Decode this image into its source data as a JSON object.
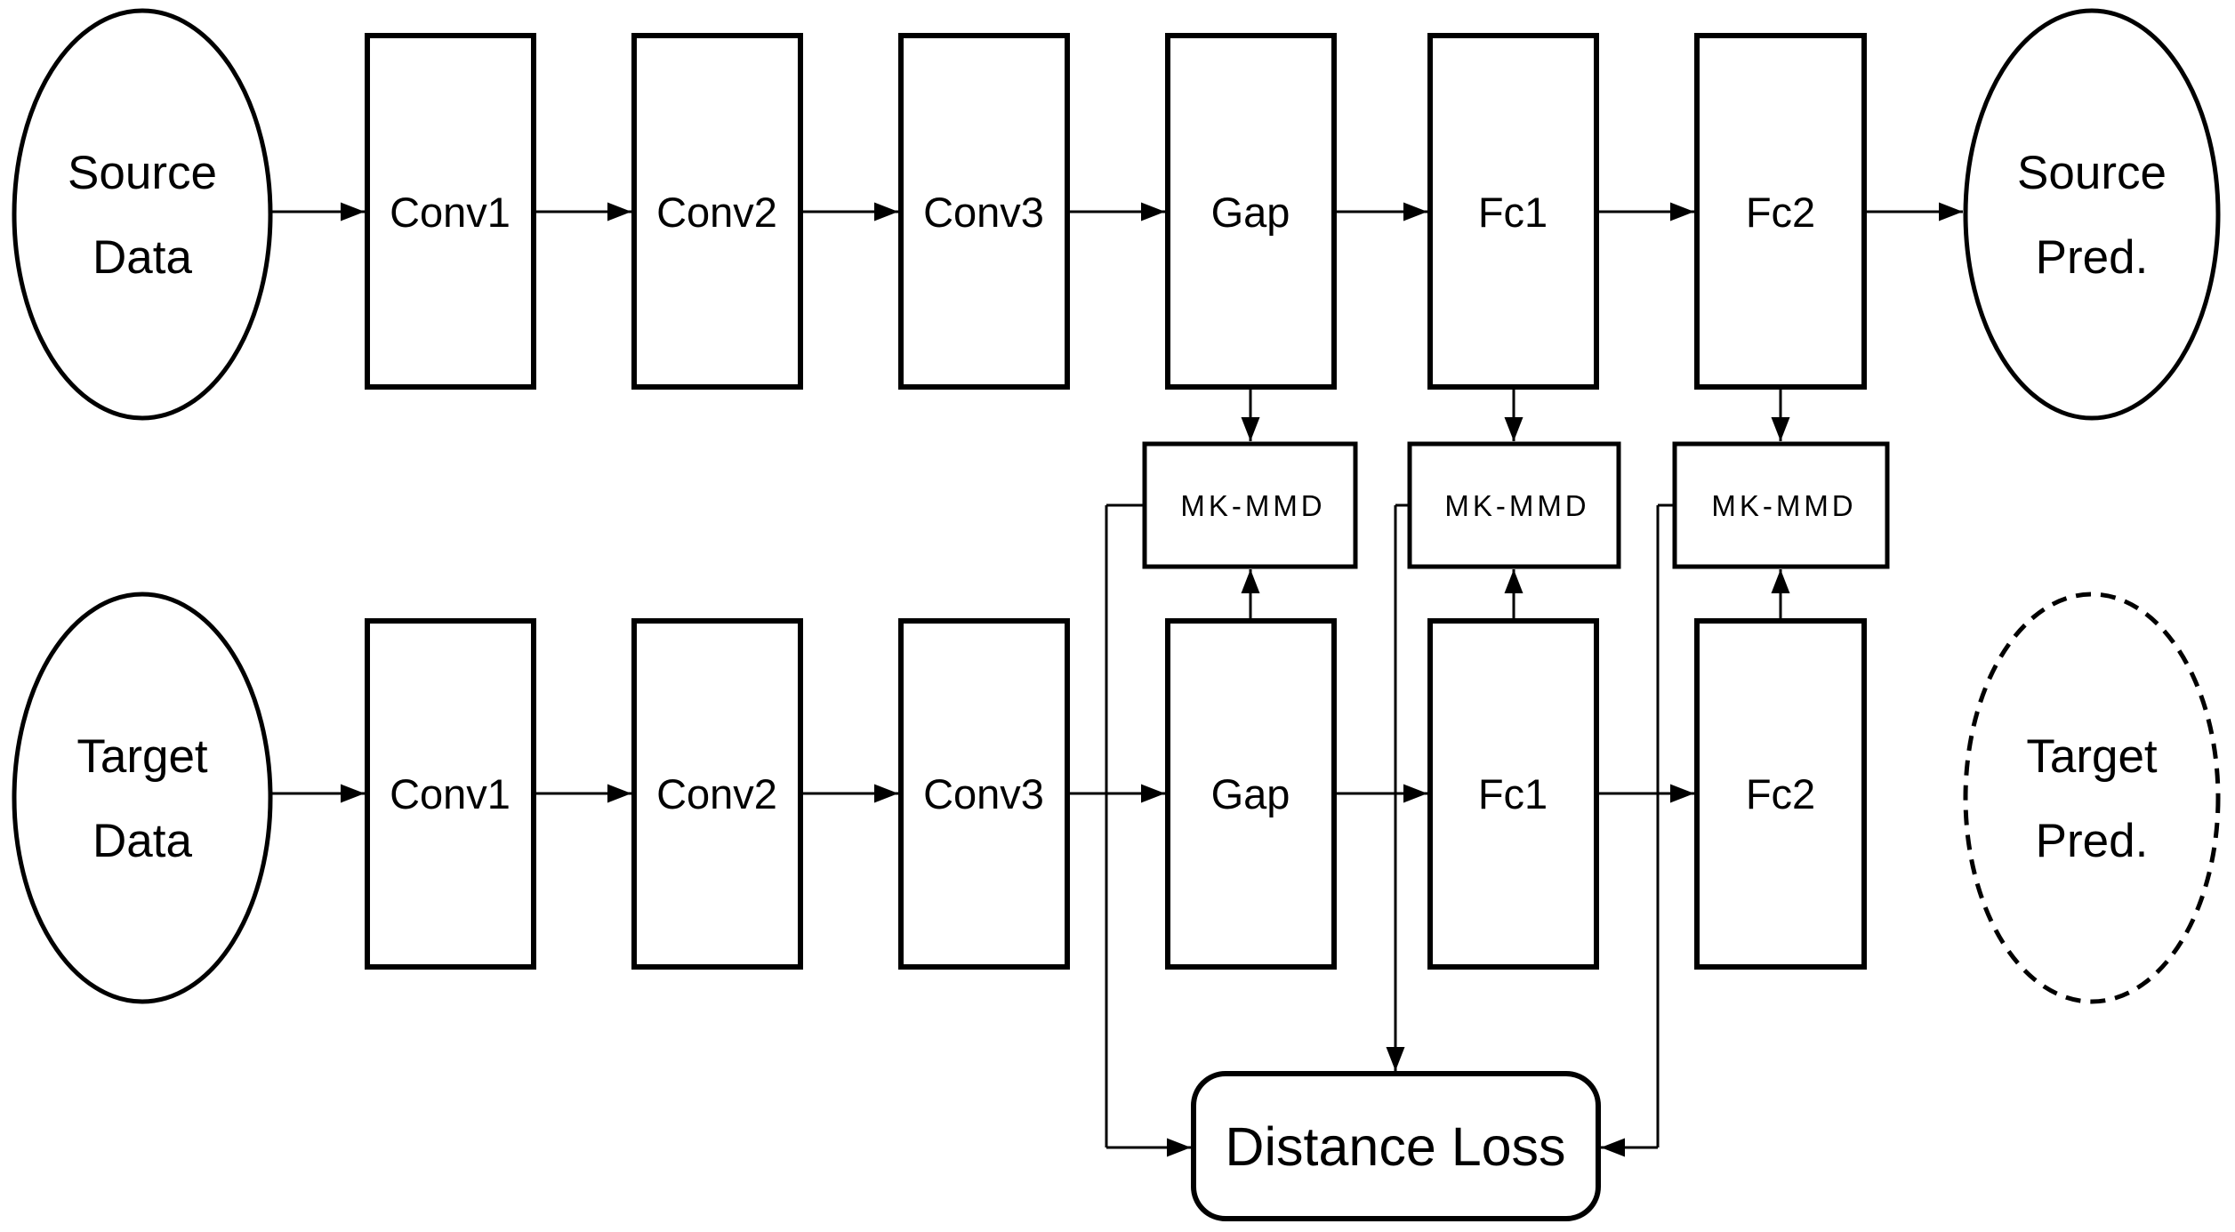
{
  "diagram": {
    "background": "#ffffff",
    "line_color": "#000000",
    "nodes": {
      "source_data": {
        "line1": "Source",
        "line2": "Data"
      },
      "target_data": {
        "line1": "Target",
        "line2": "Data"
      },
      "source_pred": {
        "line1": "Source",
        "line2": "Pred."
      },
      "target_pred": {
        "line1": "Target",
        "line2": "Pred."
      },
      "top_row": [
        "Conv1",
        "Conv2",
        "Conv3",
        "Gap",
        "Fc1",
        "Fc2"
      ],
      "bottom_row": [
        "Conv1",
        "Conv2",
        "Conv3",
        "Gap",
        "Fc1",
        "Fc2"
      ],
      "mk_mmd": [
        "MK-MMD",
        "MK-MMD",
        "MK-MMD"
      ],
      "distance_loss": "Distance Loss"
    }
  }
}
